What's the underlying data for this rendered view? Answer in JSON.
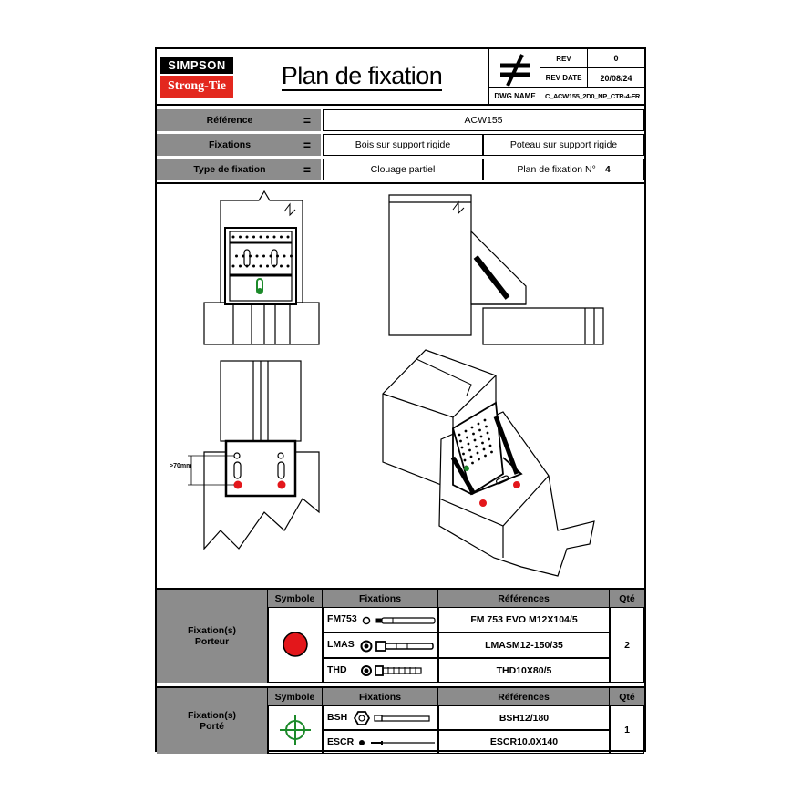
{
  "header": {
    "logo_top": "SIMPSON",
    "logo_bottom": "Strong-Tie",
    "title": "Plan de fixation",
    "rev_label": "REV",
    "rev_value": "0",
    "rev_date_label": "REV DATE",
    "rev_date_value": "20/08/24",
    "dwg_name_label": "DWG NAME",
    "dwg_name_value": "C_ACW155_2D0_NP_CTR-4-FR"
  },
  "info": {
    "eq": "=",
    "reference_label": "Référence",
    "reference_value": "ACW155",
    "fixations_label": "Fixations",
    "fixations_value_1": "Bois sur support rigide",
    "fixations_value_2": "Poteau sur support rigide",
    "type_label": "Type de fixation",
    "type_value": "Clouage partiel",
    "plan_label": "Plan de fixation N°",
    "plan_number": "4"
  },
  "drawing": {
    "dimension": ">70mm",
    "colors": {
      "porteur": "#e3171b",
      "porte": "#1c8a2a"
    }
  },
  "porteur": {
    "group_label_1": "Fixation(s)",
    "group_label_2": "Porteur",
    "symbol_header": "Symbole",
    "fixations_header": "Fixations",
    "references_header": "Références",
    "qty_header": "Qté",
    "rows": [
      {
        "code": "FM753",
        "reference": "FM 753 EVO M12X104/5"
      },
      {
        "code": "LMAS",
        "reference": "LMASM12-150/35"
      },
      {
        "code": "THD",
        "reference": "THD10X80/5"
      }
    ],
    "qty": "2"
  },
  "porte": {
    "group_label_1": "Fixation(s)",
    "group_label_2": "Porté",
    "symbol_header": "Symbole",
    "fixations_header": "Fixations",
    "references_header": "Références",
    "qty_header": "Qté",
    "rows": [
      {
        "code": "BSH",
        "reference": "BSH12/180"
      },
      {
        "code": "ESCR",
        "reference": "ESCR10.0X140"
      }
    ],
    "qty": "1"
  }
}
